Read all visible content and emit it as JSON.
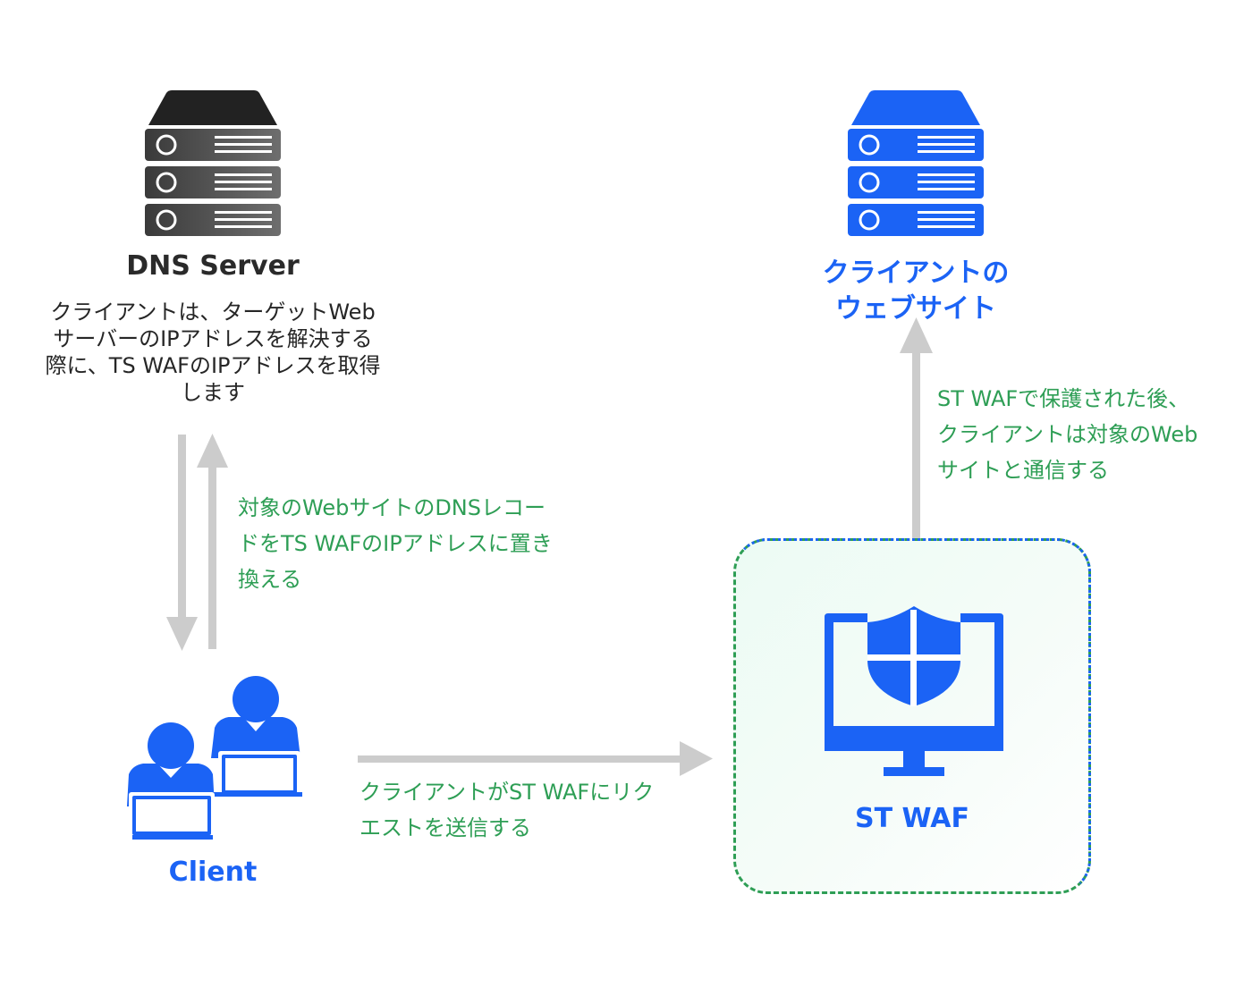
{
  "dns_server": {
    "title": "DNS Server",
    "description": "クライアントは、ターゲットWebサーバーのIPアドレスを解決する際に、TS WAFのIPアドレスを取得します"
  },
  "website": {
    "title_line1": "クライアントの",
    "title_line2": "ウェブサイト"
  },
  "client": {
    "title": "Client"
  },
  "waf": {
    "title": "ST WAF"
  },
  "notes": {
    "dns_record": "対象のWebサイトのDNSレコードをTS WAFのIPアドレスに置き換える",
    "client_request": "クライアントがST WAFにリクエストを送信する",
    "after_protection": "ST WAFで保護された後、クライアントは対象のWebサイトと通信する"
  },
  "colors": {
    "blue": "#1b63f5",
    "dark": "#2a2a2a",
    "green": "#2e9e55",
    "arrow_gray": "#cccccc"
  },
  "icons": {
    "dns_server": "server-rack-icon",
    "website": "server-rack-icon",
    "client": "users-laptop-icon",
    "waf": "monitor-shield-icon"
  }
}
